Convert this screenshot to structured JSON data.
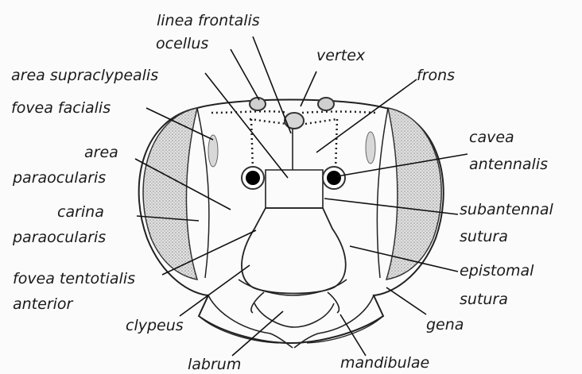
{
  "labels": {
    "linea_frontalis": "linea frontalis",
    "ocellus": "ocellus",
    "vertex": "vertex",
    "area_supraclypealis": "area supraclypealis",
    "frons": "frons",
    "fovea_facialis": "fovea facialis",
    "area_paraocularis_1": "area",
    "area_paraocularis_2": "paraocularis",
    "cavea_antennalis_1": "cavea",
    "cavea_antennalis_2": "antennalis",
    "carina_paraocularis_1": "carina",
    "carina_paraocularis_2": "paraocularis",
    "subantennal_sutura_1": "subantennal",
    "subantennal_sutura_2": "sutura",
    "fovea_tentotialis_1": "fovea tentotialis",
    "fovea_tentotialis_2": "anterior",
    "epistomal_sutura_1": "epistomal",
    "epistomal_sutura_2": "sutura",
    "clypeus": "clypeus",
    "gena": "gena",
    "labrum": "labrum",
    "mandibulae": "mandibulae"
  }
}
